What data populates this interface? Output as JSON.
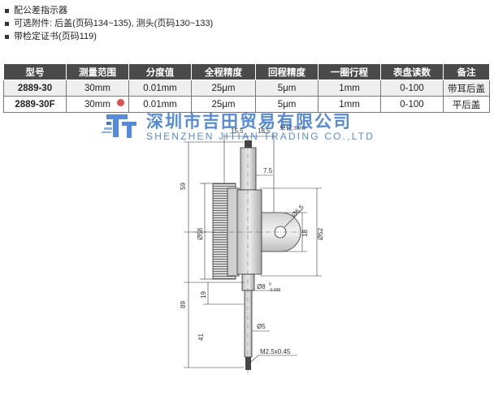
{
  "notes": [
    "配公差指示器",
    "可选附件: 后盖(页码134~135), 测头(页码130~133)",
    "带检定证书(页码119)"
  ],
  "table": {
    "headers": [
      "型号",
      "测量范围",
      "分度值",
      "全程精度",
      "回程精度",
      "一圈行程",
      "表盘读数",
      "备注"
    ],
    "rows": [
      [
        "2889-30",
        "30mm",
        "0.01mm",
        "25μm",
        "5μm",
        "1mm",
        "0-100",
        "带耳后盖"
      ],
      [
        "2889-30F",
        "30mm",
        "0.01mm",
        "25μm",
        "5μm",
        "1mm",
        "0-100",
        "平后盖"
      ]
    ]
  },
  "watermark": {
    "cn": "深圳市吉田贸易有限公司",
    "en": "SHENZHEN JITIAN TRADING CO.,LTD",
    "color_blue": "#2a6fd6"
  },
  "drawing": {
    "unit": "单位:mm",
    "dims": {
      "d15_5": "15.5",
      "d18_5": "18.5",
      "d7_5": "7.5",
      "d59": "59",
      "d58": "Ø58",
      "d19": "19",
      "d89": "89",
      "d41": "41",
      "d6_5": "Ø6.5",
      "d18": "18",
      "d52": "Ø52",
      "d8": "Ø8",
      "d8_tol": "-0.009",
      "d8_tol_top": "0",
      "d5": "Ø5",
      "thread": "M2.5x0.45"
    }
  }
}
